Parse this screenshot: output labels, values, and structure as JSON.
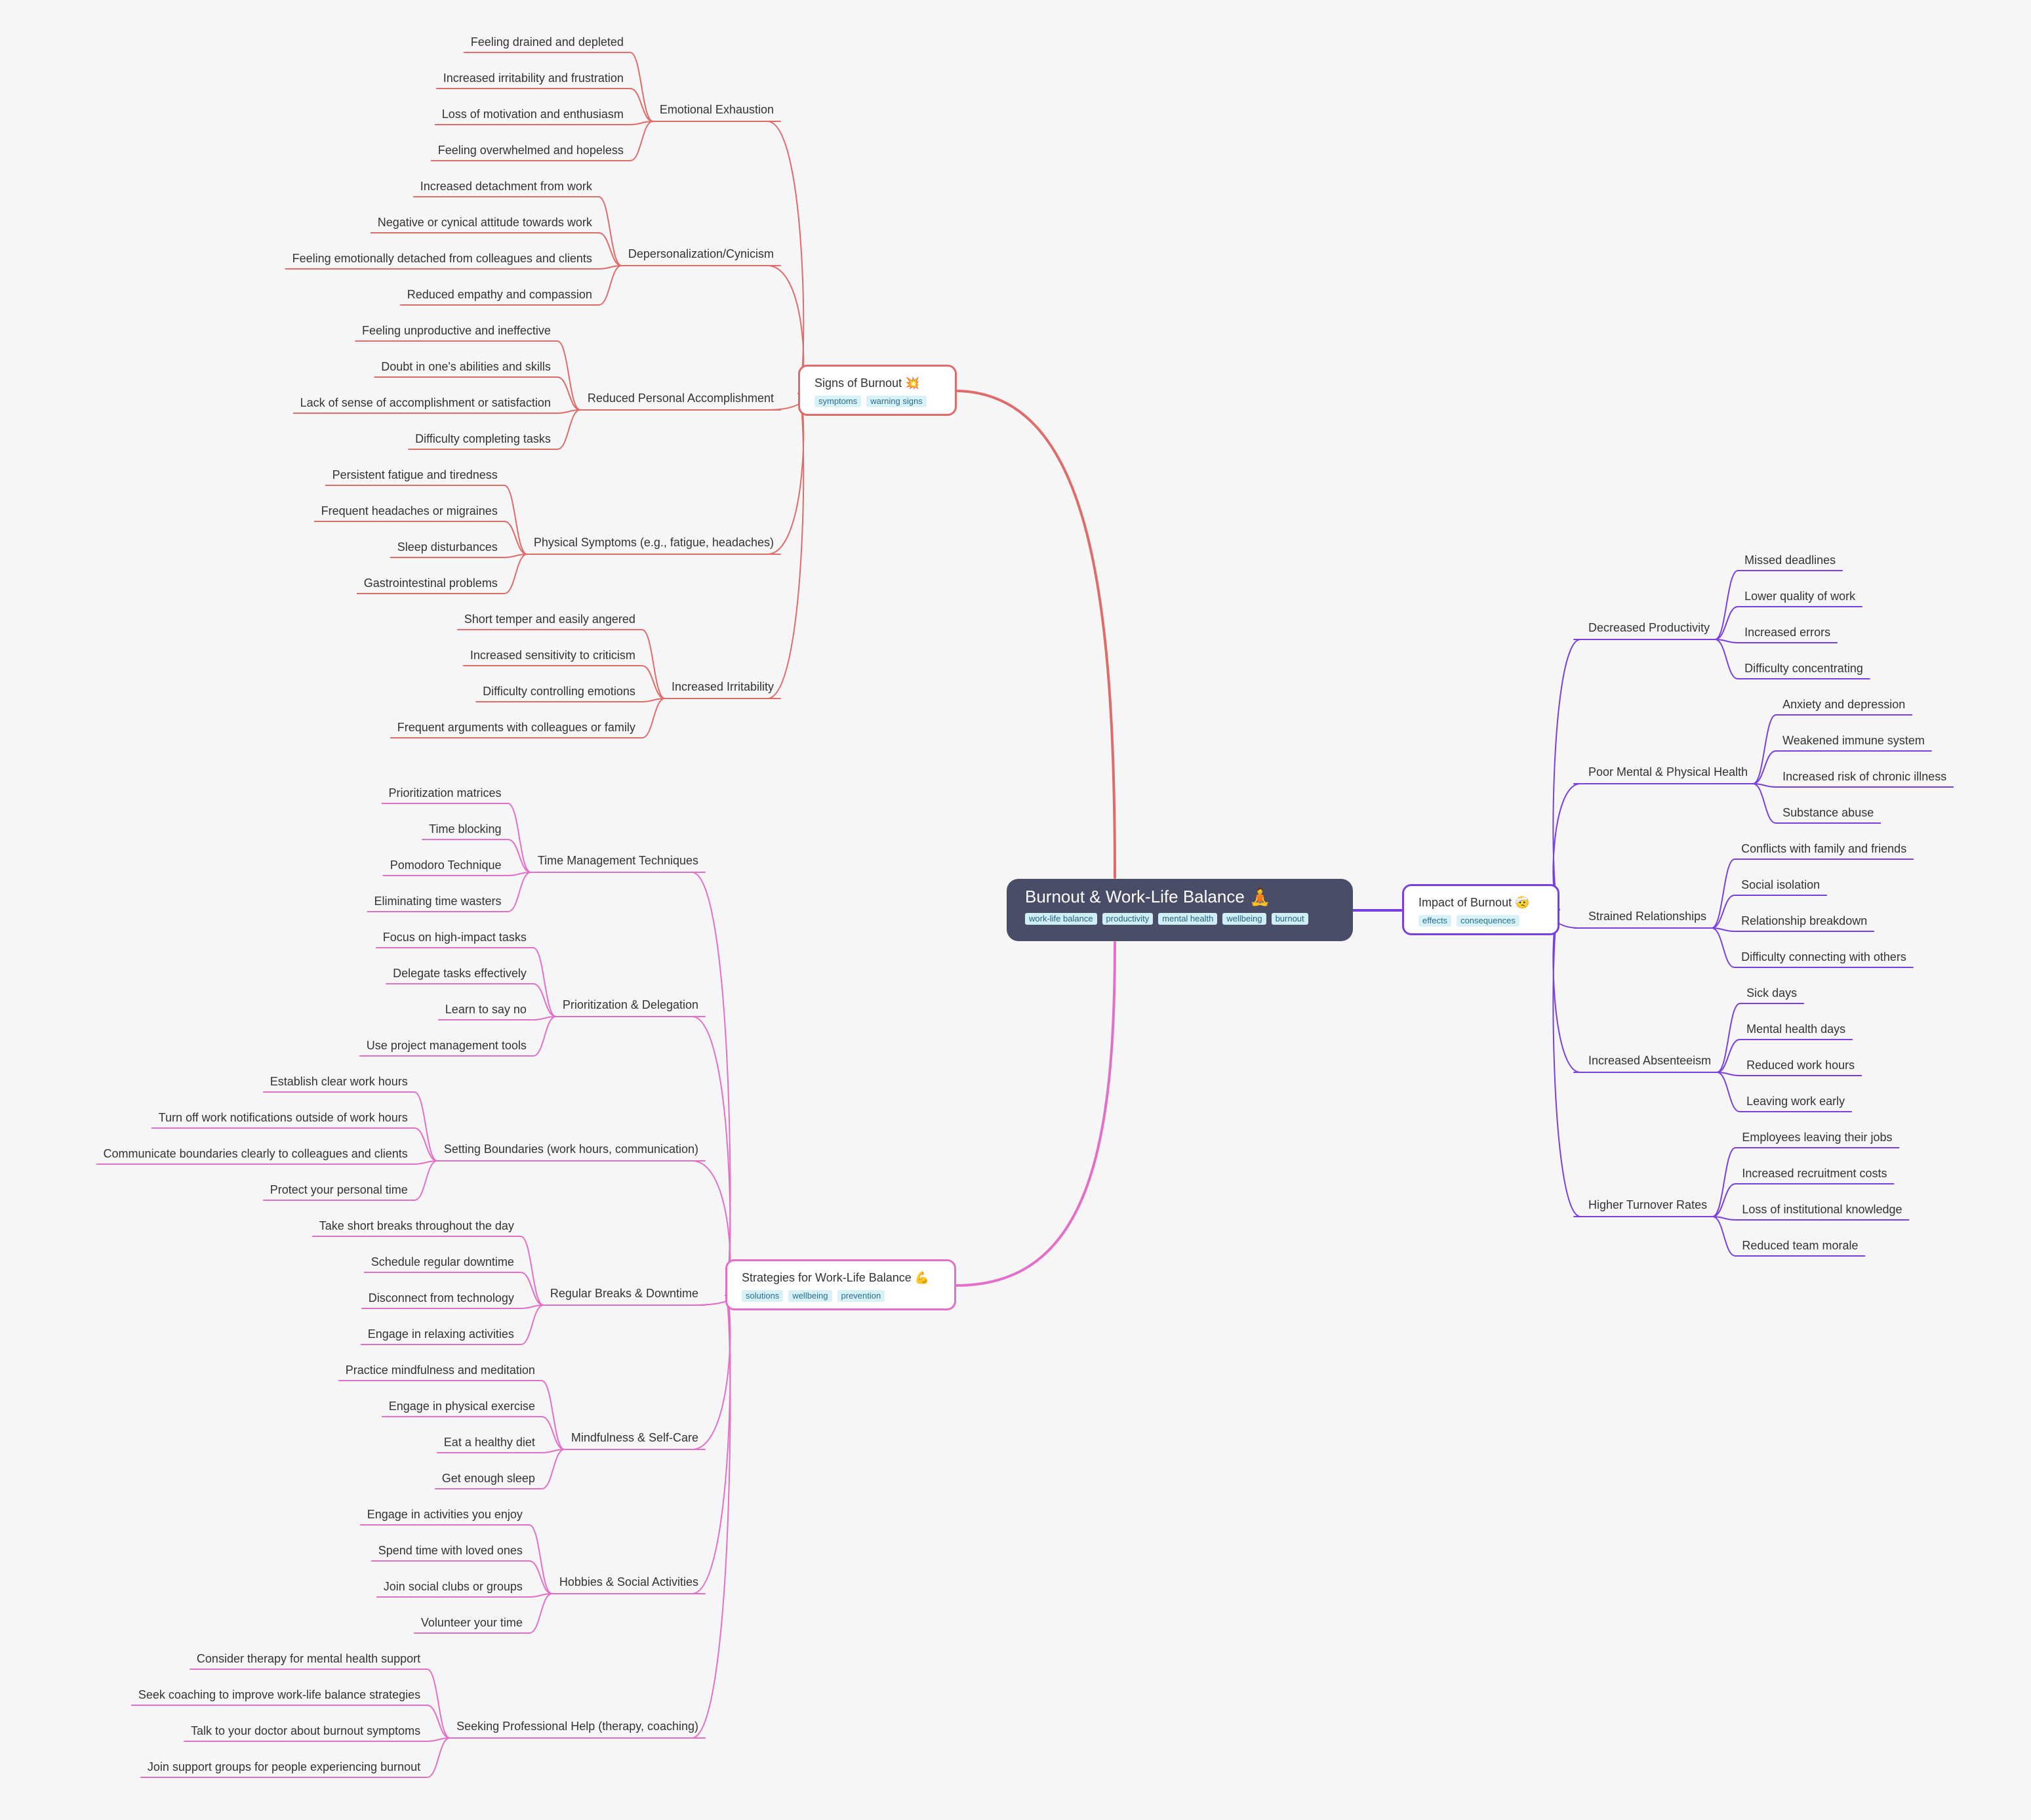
{
  "root": {
    "title": "Burnout & Work-Life Balance 🧘",
    "tags": [
      "work-life balance",
      "productivity",
      "mental health",
      "wellbeing",
      "burnout"
    ]
  },
  "branches": [
    {
      "id": "signs",
      "title": "Signs of Burnout 💥",
      "tags": [
        "symptoms",
        "warning signs"
      ],
      "color": "#e06b6b",
      "side": "left",
      "topics": [
        {
          "label": "Emotional Exhaustion",
          "items": [
            "Feeling drained and depleted",
            "Increased irritability and frustration",
            "Loss of motivation and enthusiasm",
            "Feeling overwhelmed and hopeless"
          ]
        },
        {
          "label": "Depersonalization/Cynicism",
          "items": [
            "Increased detachment from work",
            "Negative or cynical attitude towards work",
            "Feeling emotionally detached from colleagues and clients",
            "Reduced empathy and compassion"
          ]
        },
        {
          "label": "Reduced Personal Accomplishment",
          "items": [
            "Feeling unproductive and ineffective",
            "Doubt in one's abilities and skills",
            "Lack of sense of accomplishment or satisfaction",
            "Difficulty completing tasks"
          ]
        },
        {
          "label": "Physical Symptoms (e.g., fatigue, headaches)",
          "items": [
            "Persistent fatigue and tiredness",
            "Frequent headaches or migraines",
            "Sleep disturbances",
            "Gastrointestinal problems"
          ]
        },
        {
          "label": "Increased Irritability",
          "items": [
            "Short temper and easily angered",
            "Increased sensitivity to criticism",
            "Difficulty controlling emotions",
            "Frequent arguments with colleagues or family"
          ]
        }
      ]
    },
    {
      "id": "strategies",
      "title": "Strategies for Work-Life Balance 💪",
      "tags": [
        "solutions",
        "wellbeing",
        "prevention"
      ],
      "color": "#e46fc9",
      "side": "left",
      "topics": [
        {
          "label": "Time Management Techniques",
          "items": [
            "Prioritization matrices",
            "Time blocking",
            "Pomodoro Technique",
            "Eliminating time wasters"
          ]
        },
        {
          "label": "Prioritization & Delegation",
          "items": [
            "Focus on high-impact tasks",
            "Delegate tasks effectively",
            "Learn to say no",
            "Use project management tools"
          ]
        },
        {
          "label": "Setting Boundaries (work hours, communication)",
          "items": [
            "Establish clear work hours",
            "Turn off work notifications outside of work hours",
            "Communicate boundaries clearly to colleagues and clients",
            "Protect your personal time"
          ]
        },
        {
          "label": "Regular Breaks & Downtime",
          "items": [
            "Take short breaks throughout the day",
            "Schedule regular downtime",
            "Disconnect from technology",
            "Engage in relaxing activities"
          ]
        },
        {
          "label": "Mindfulness & Self-Care",
          "items": [
            "Practice mindfulness and meditation",
            "Engage in physical exercise",
            "Eat a healthy diet",
            "Get enough sleep"
          ]
        },
        {
          "label": "Hobbies & Social Activities",
          "items": [
            "Engage in activities you enjoy",
            "Spend time with loved ones",
            "Join social clubs or groups",
            "Volunteer your time"
          ]
        },
        {
          "label": "Seeking Professional Help (therapy, coaching)",
          "items": [
            "Consider therapy for mental health support",
            "Seek coaching to improve work-life balance strategies",
            "Talk to your doctor about burnout symptoms",
            "Join support groups for people experiencing burnout"
          ]
        }
      ]
    },
    {
      "id": "impact",
      "title": "Impact of Burnout 🤕",
      "tags": [
        "effects",
        "consequences"
      ],
      "color": "#7b3fe0",
      "side": "right",
      "topics": [
        {
          "label": "Decreased Productivity",
          "items": [
            "Missed deadlines",
            "Lower quality of work",
            "Increased errors",
            "Difficulty concentrating"
          ]
        },
        {
          "label": "Poor Mental & Physical Health",
          "items": [
            "Anxiety and depression",
            "Weakened immune system",
            "Increased risk of chronic illness",
            "Substance abuse"
          ]
        },
        {
          "label": "Strained Relationships",
          "items": [
            "Conflicts with family and friends",
            "Social isolation",
            "Relationship breakdown",
            "Difficulty connecting with others"
          ]
        },
        {
          "label": "Increased Absenteeism",
          "items": [
            "Sick days",
            "Mental health days",
            "Reduced work hours",
            "Leaving work early"
          ]
        },
        {
          "label": "Higher Turnover Rates",
          "items": [
            "Employees leaving their jobs",
            "Increased recruitment costs",
            "Loss of institutional knowledge",
            "Reduced team morale"
          ]
        }
      ]
    }
  ]
}
